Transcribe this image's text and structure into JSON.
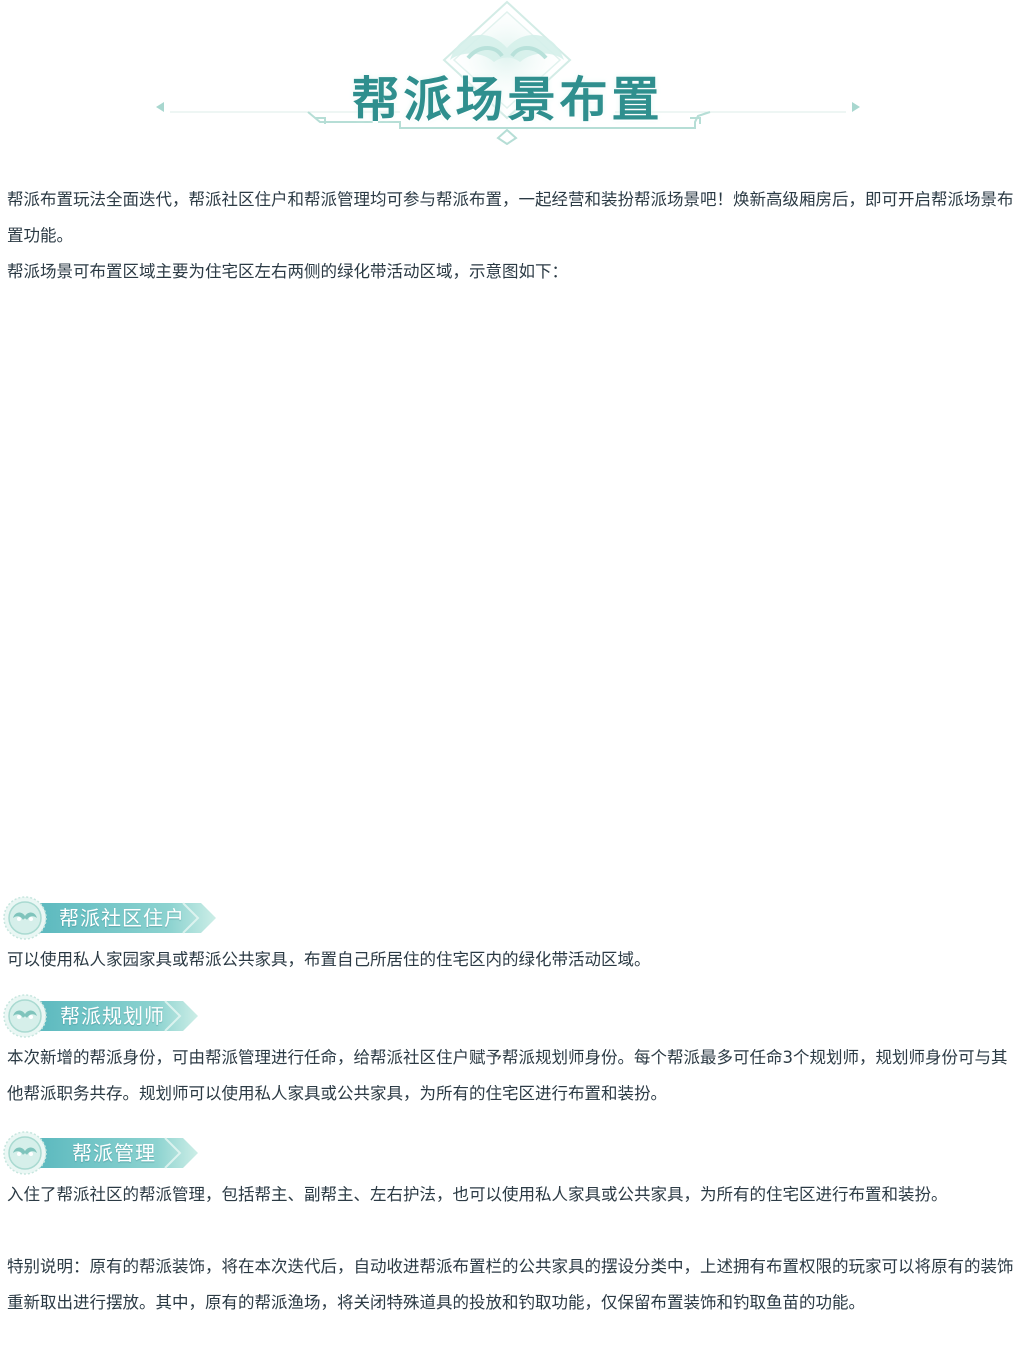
{
  "title": "帮派场景布置",
  "intro": {
    "p1": "帮派布置玩法全面迭代，帮派社区住户和帮派管理均可参与帮派布置，一起经营和装扮帮派场景吧！焕新高级厢房后，即可开启帮派场景布置功能。",
    "p2": "帮派场景可布置区域主要为住宅区左右两侧的绿化带活动区域，示意图如下："
  },
  "sections": [
    {
      "label": "帮派社区住户",
      "body": "可以使用私人家园家具或帮派公共家具，布置自己所居住的住宅区内的绿化带活动区域。"
    },
    {
      "label": "帮派规划师",
      "body": "本次新增的帮派身份，可由帮派管理进行任命，给帮派社区住户赋予帮派规划师身份。每个帮派最多可任命3个规划师，规划师身份可与其他帮派职务共存。规划师可以使用私人家具或公共家具，为所有的住宅区进行布置和装扮。"
    },
    {
      "label": "帮派管理",
      "body": "入住了帮派社区的帮派管理，包括帮主、副帮主、左右护法，也可以使用私人家具或公共家具，为所有的住宅区进行布置和装扮。",
      "note": "特别说明：原有的帮派装饰，将在本次迭代后，自动收进帮派布置栏的公共家具的摆设分类中，上述拥有布置权限的玩家可以将原有的装饰重新取出进行摆放。其中，原有的帮派渔场，将关闭特殊道具的投放和钓取功能，仅保留布置装饰和钓取鱼苗的功能。"
    }
  ],
  "colors": {
    "title": "#2f8f8e",
    "ribbon_start": "#6cc3c6",
    "ribbon_end": "#b9e6df",
    "text": "#2b3a44"
  },
  "icons": {
    "title_ornament": "cloud-ornament-icon",
    "section_emblem": "owl-mask-emblem-icon"
  }
}
